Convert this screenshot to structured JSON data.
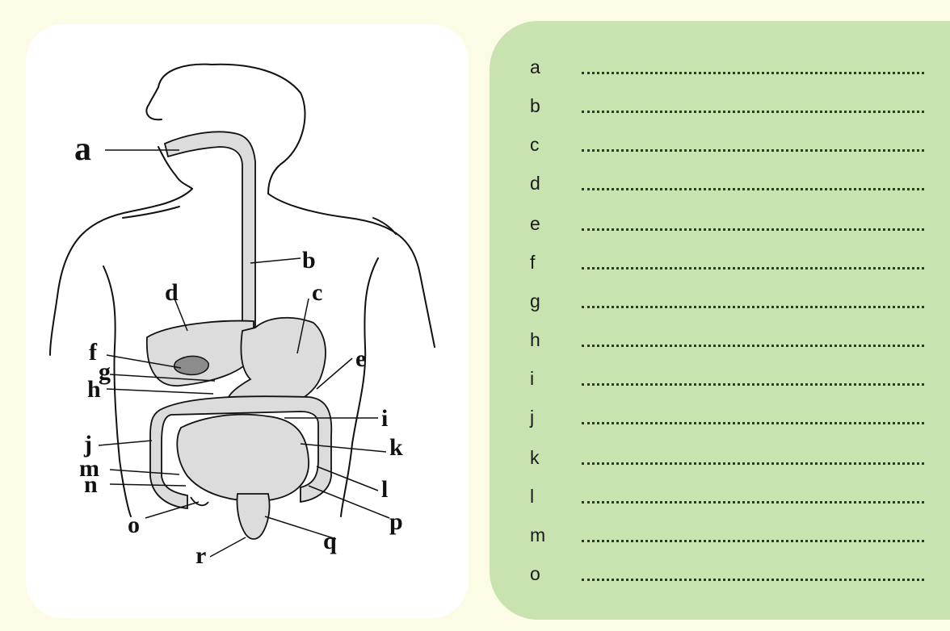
{
  "diagram": {
    "labels": {
      "a": "a",
      "b": "b",
      "c": "c",
      "d": "d",
      "e": "e",
      "f": "f",
      "g": "g",
      "h": "h",
      "i": "i",
      "j": "j",
      "k": "k",
      "l": "l",
      "m": "m",
      "n": "n",
      "o": "o",
      "p": "p",
      "q": "q",
      "r": "r"
    }
  },
  "answers": {
    "rows": [
      {
        "letter": "a"
      },
      {
        "letter": "b"
      },
      {
        "letter": "c"
      },
      {
        "letter": "d"
      },
      {
        "letter": "e"
      },
      {
        "letter": "f"
      },
      {
        "letter": "g"
      },
      {
        "letter": "h"
      },
      {
        "letter": "i"
      },
      {
        "letter": "j"
      },
      {
        "letter": "k"
      },
      {
        "letter": "l"
      },
      {
        "letter": "m"
      },
      {
        "letter": "o"
      }
    ]
  },
  "colors": {
    "background": "#fbfbe6",
    "diagram_panel": "#ffffff",
    "answer_panel": "#c8e2b0",
    "organ_fill": "#dcdcdc",
    "gallbladder_fill": "#8c8c8c"
  }
}
